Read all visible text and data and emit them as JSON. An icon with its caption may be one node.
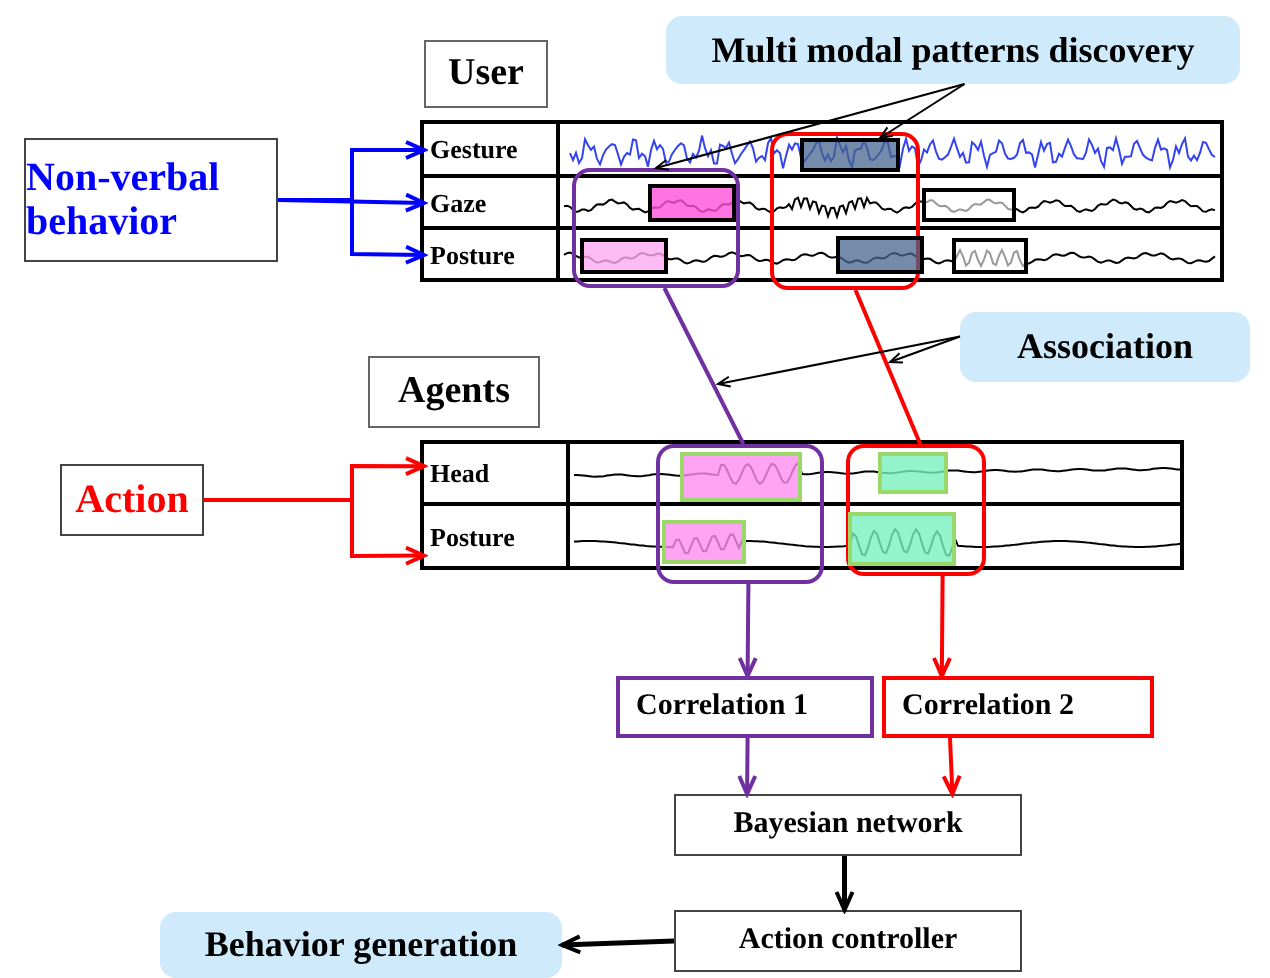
{
  "diagram": {
    "nodes": [
      {
        "text": [
          "User"
        ]
      },
      {
        "text": [
          "Multi modal patterns discovery"
        ]
      },
      {
        "text": [
          "Non-verbal behavior"
        ]
      },
      {
        "text": [
          "Gesture"
        ]
      },
      {
        "text": [
          "Gaze"
        ]
      },
      {
        "text": [
          "Posture"
        ]
      },
      {
        "text": [],
        "shape": "box"
      },
      {
        "text": [],
        "shape": "box"
      },
      {
        "text": [],
        "shape": "box",
        "in": 7
      },
      {
        "text": [],
        "shape": "box",
        "in": 6
      },
      {
        "text": [],
        "shape": "box"
      },
      {
        "text": [],
        "shape": "box",
        "in": 6
      },
      {
        "text": [],
        "shape": "box",
        "in": 7
      },
      {
        "text": [],
        "shape": "box"
      },
      {
        "text": [
          "Association"
        ]
      },
      {
        "text": [
          "Agents"
        ]
      },
      {
        "text": [
          "Action"
        ]
      },
      {
        "text": [
          "Head"
        ]
      },
      {
        "text": [
          "Posture"
        ]
      },
      {
        "text": [],
        "shape": "box"
      },
      {
        "text": [],
        "shape": "box"
      },
      {
        "text": [],
        "shape": "box",
        "in": 19
      },
      {
        "text": [],
        "shape": "box",
        "in": 20
      },
      {
        "text": [],
        "shape": "box",
        "in": 19
      },
      {
        "text": [],
        "shape": "box",
        "in": 20
      },
      {
        "text": [
          "Correlation 1"
        ]
      },
      {
        "text": [
          "Correlation 2"
        ]
      },
      {
        "text": [
          "Bayesian network"
        ]
      },
      {
        "text": [
          "Action controller"
        ]
      },
      {
        "text": [
          "Behavior generation"
        ]
      }
    ],
    "edges": [
      {
        "from": 2,
        "to": 3,
        "arrow": "to",
        "color": "#0000ff"
      },
      {
        "from": 2,
        "to": 4,
        "arrow": "to",
        "color": "#0000ff"
      },
      {
        "from": 2,
        "to": 5,
        "arrow": "to",
        "color": "#0000ff"
      },
      {
        "from": 1,
        "to": 6,
        "arrow": "to"
      },
      {
        "from": 1,
        "to": 8,
        "arrow": "to"
      },
      {
        "from": 6,
        "to": 19,
        "arrow": "none",
        "color": "#7030a0"
      },
      {
        "from": 7,
        "to": 20,
        "arrow": "none",
        "color": "#ff0000"
      },
      {
        "from": 14,
        "to": null,
        "arrow": "to"
      },
      {
        "from": 14,
        "to": null,
        "arrow": "to"
      },
      {
        "from": 16,
        "to": 17,
        "arrow": "to",
        "color": "#ff0000"
      },
      {
        "from": 16,
        "to": 18,
        "arrow": "to",
        "color": "#ff0000"
      },
      {
        "from": 19,
        "to": 25,
        "arrow": "to",
        "color": "#7030a0"
      },
      {
        "from": 20,
        "to": 26,
        "arrow": "to",
        "color": "#ff0000"
      },
      {
        "from": 25,
        "to": 27,
        "arrow": "to",
        "color": "#7030a0"
      },
      {
        "from": 26,
        "to": 27,
        "arrow": "to",
        "color": "#ff0000"
      },
      {
        "from": 27,
        "to": 28,
        "arrow": "to"
      },
      {
        "from": 28,
        "to": 29,
        "arrow": "to"
      }
    ]
  }
}
